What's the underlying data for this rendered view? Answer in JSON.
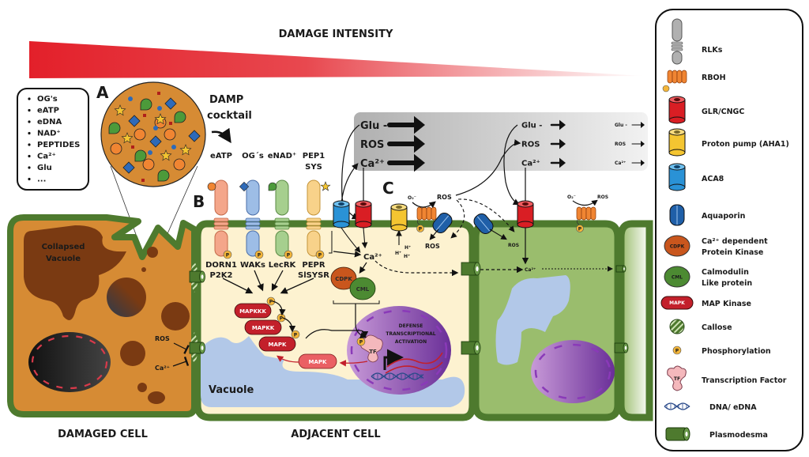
{
  "title": "DAMAGE INTENSITY",
  "colors": {
    "gradient_red": "#e3202a",
    "cell_wall_green": "#4e7a2e",
    "damaged_cytoplasm": "#d68b34",
    "damaged_organelle": "#7a3a12",
    "adjacent_cytoplasm": "#fdf2d0",
    "distal_cytoplasm": "#9abd6d",
    "vacuole_blue": "#b2c8e8",
    "nucleus_purple": "#8a4fb0",
    "mapk_red": "#c3202b",
    "mapk_light": "#ea6064",
    "cdpk_orange": "#c9561d",
    "cml_green": "#4c8a32",
    "glr_red": "#d91e24",
    "aca8_blue": "#2a92d6",
    "aha1_yellow": "#f4c531",
    "rboh_orange": "#f08532",
    "aquaporin_blue": "#1f5fa8",
    "phospho_yellow": "#f4b63a",
    "signal_panel_grey": "#bdbdbd"
  },
  "damp_list": {
    "items": [
      "OG's",
      "eATP",
      "eDNA",
      "NAD⁺",
      "PEPTIDES",
      "Ca²⁺",
      "Glu",
      "..."
    ]
  },
  "panels": {
    "a": "A",
    "b": "B",
    "c": "C"
  },
  "damp_cocktail": {
    "line1": "DAMP",
    "line2": "cocktail"
  },
  "ligands": [
    {
      "label": "eATP",
      "label2": "",
      "receptor": "DORN1",
      "receptor2": "P2K2"
    },
    {
      "label": "OG´s",
      "label2": "",
      "receptor": "WAKs",
      "receptor2": ""
    },
    {
      "label": "eNAD⁺",
      "label2": "",
      "receptor": "LecRK",
      "receptor2": ""
    },
    {
      "label": "PEP1",
      "label2": "SYS",
      "receptor": "PEPR",
      "receptor2": "SlSYSR"
    }
  ],
  "damaged_cell": {
    "label": "DAMAGED CELL",
    "vacuole_line1": "Collapsed",
    "vacuole_line2": "Vacuole",
    "ros": "ROS",
    "ca": "Ca²⁺"
  },
  "adjacent_cell": {
    "label": "ADJACENT CELL",
    "vacuole": "Vacuole",
    "ca": "Ca²⁺",
    "cdpk": "CDPK",
    "cml": "CML",
    "mapkkk": "MAPKKK",
    "mapkk": "MAPKK",
    "mapk": "MAPK",
    "mapk_nuclear": "MAPK",
    "tf": "TF",
    "phospho": "P",
    "nucleus_line1": "DEFENSE",
    "nucleus_line2": "TRANSCRIPTIONAL",
    "nucleus_line3": "ACTIVATION",
    "hplus": "H⁺",
    "o2": "O₂⁻",
    "ros_top": "ROS",
    "ros_in": "ROS"
  },
  "distal_cell": {
    "ros_out": "ROS",
    "ca": "Ca²⁺",
    "o2": "O₂⁻",
    "ros_top": "ROS"
  },
  "signal_waves": {
    "strong": [
      "Glu -",
      "ROS",
      "Ca²⁺"
    ],
    "medium": [
      "Glu -",
      "ROS",
      "Ca²⁺"
    ],
    "weak": [
      "Glu -",
      "ROS",
      "Ca²⁺"
    ]
  },
  "legend": {
    "items": [
      {
        "icon": "rlk-icon",
        "label": "RLKs",
        "label2": ""
      },
      {
        "icon": "rboh-icon",
        "label": "RBOH",
        "label2": ""
      },
      {
        "icon": "glr-cngc-icon",
        "label": "GLR/CNGC",
        "label2": ""
      },
      {
        "icon": "proton-pump-icon",
        "label": "Proton pump (AHA1)",
        "label2": ""
      },
      {
        "icon": "aca8-icon",
        "label": "ACA8",
        "label2": ""
      },
      {
        "icon": "aquaporin-icon",
        "label": "Aquaporin",
        "label2": ""
      },
      {
        "icon": "cdpk-icon",
        "label": "Ca²⁺ dependent",
        "label2": "Protein Kinase",
        "badge": "CDPK"
      },
      {
        "icon": "cml-icon",
        "label": "Calmodulin",
        "label2": "Like protein",
        "badge": "CML"
      },
      {
        "icon": "mapk-icon",
        "label": "MAP Kinase",
        "label2": "",
        "badge": "MAPK"
      },
      {
        "icon": "callose-icon",
        "label": "Callose",
        "label2": ""
      },
      {
        "icon": "phosphorylation-icon",
        "label": "Phosphorylation",
        "label2": "",
        "badge": "P"
      },
      {
        "icon": "transcription-factor-icon",
        "label": "Transcription Factor",
        "label2": "",
        "badge": "TF"
      },
      {
        "icon": "dna-icon",
        "label": "DNA/ eDNA",
        "label2": ""
      },
      {
        "icon": "plasmodesma-icon",
        "label": "Plasmodesma",
        "label2": ""
      }
    ]
  }
}
